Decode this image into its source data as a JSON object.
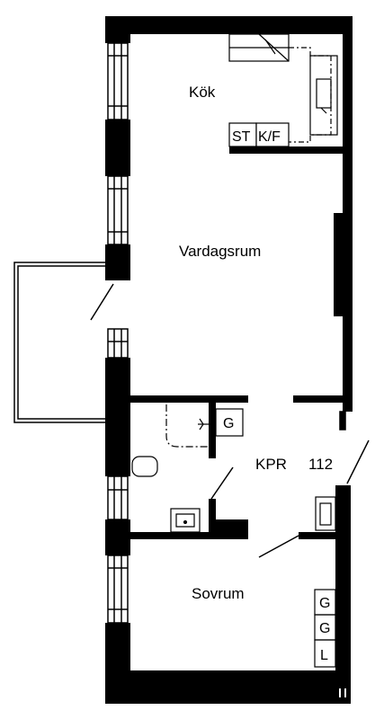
{
  "rooms": {
    "kitchen": "Kök",
    "living_room": "Vardagsrum",
    "bedroom": "Sovrum"
  },
  "apartment": {
    "type": "KPR",
    "number": "112"
  },
  "fixtures": {
    "stove": "ST",
    "fridge_freezer": "K/F",
    "wardrobe_bathroom": "G",
    "wardrobe_1": "G",
    "wardrobe_2": "G",
    "linen_closet": "L"
  },
  "colors": {
    "wall": "#000000",
    "background": "#ffffff"
  }
}
